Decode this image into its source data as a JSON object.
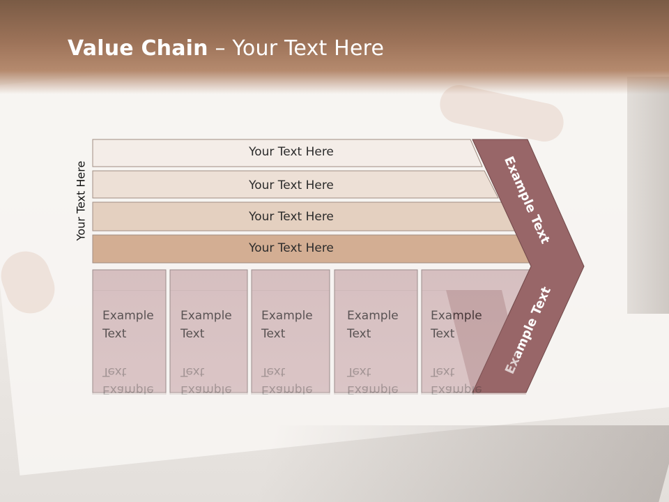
{
  "title": {
    "bold": "Value Chain",
    "rest": " – Your Text Here"
  },
  "side_label": "Your Text Here",
  "bars": [
    {
      "label": "Your Text Here",
      "color": "#f4ede8"
    },
    {
      "label": "Your Text Here",
      "color": "#ede0d6"
    },
    {
      "label": "Your Text Here",
      "color": "#e4d0c0"
    },
    {
      "label": "Your Text Here",
      "color": "#d3ae93"
    }
  ],
  "boxes": [
    {
      "label": "Example\nText"
    },
    {
      "label": "Example\nText"
    },
    {
      "label": "Example\nText"
    },
    {
      "label": "Example\nText"
    },
    {
      "label": "Example\nText"
    }
  ],
  "chevron": {
    "upper_label": "Example Text",
    "lower_label": "Example Text",
    "color": "#986668"
  },
  "colors": {
    "box_fill": "#d8c2c3",
    "box_stroke": "#9b8b8b",
    "header": "#9d7359"
  }
}
